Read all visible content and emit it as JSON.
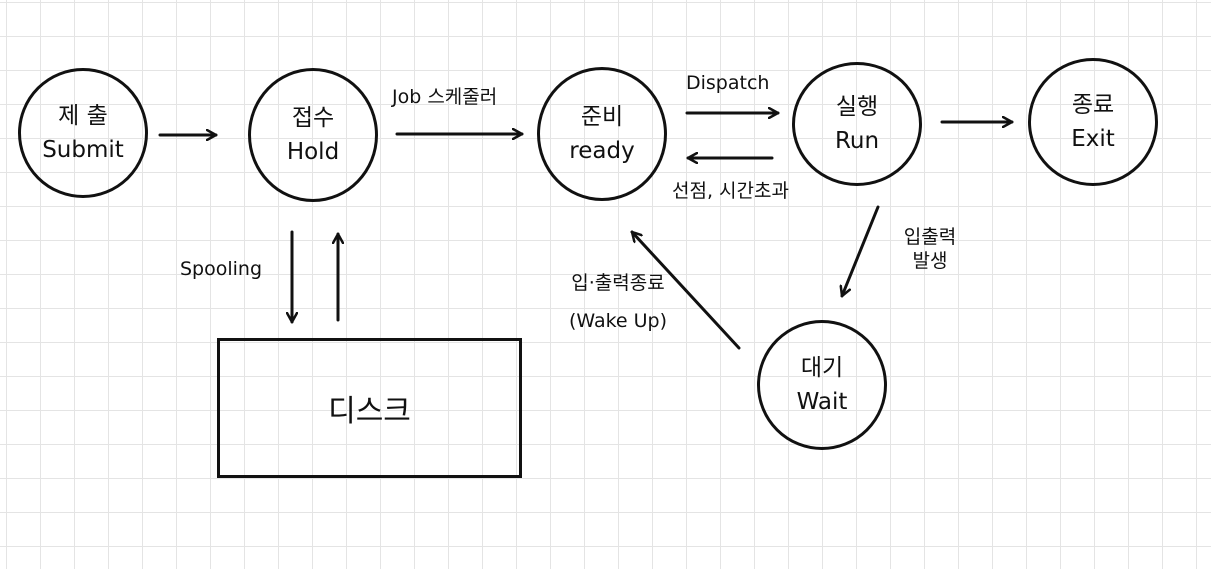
{
  "states": {
    "submit": {
      "ko": "제 출",
      "en": "Submit"
    },
    "hold": {
      "ko": "접수",
      "en": "Hold"
    },
    "ready": {
      "ko": "준비",
      "en": "ready"
    },
    "run": {
      "ko": "실행",
      "en": "Run"
    },
    "exit": {
      "ko": "종료",
      "en": "Exit"
    },
    "wait": {
      "ko": "대기",
      "en": "Wait"
    }
  },
  "disk": {
    "label": "디스크"
  },
  "edges": {
    "job_scheduler": "Job 스케줄러",
    "dispatch": "Dispatch",
    "preempt_timeout": "선점, 시간초과",
    "io_occur_1": "입출력",
    "io_occur_2": "발생",
    "io_done_1": "입·출력종료",
    "io_done_2": "(Wake Up)",
    "spooling": "Spooling"
  },
  "colors": {
    "ink": "#111111",
    "grid": "#e4e4e4",
    "paper": "#ffffff"
  }
}
